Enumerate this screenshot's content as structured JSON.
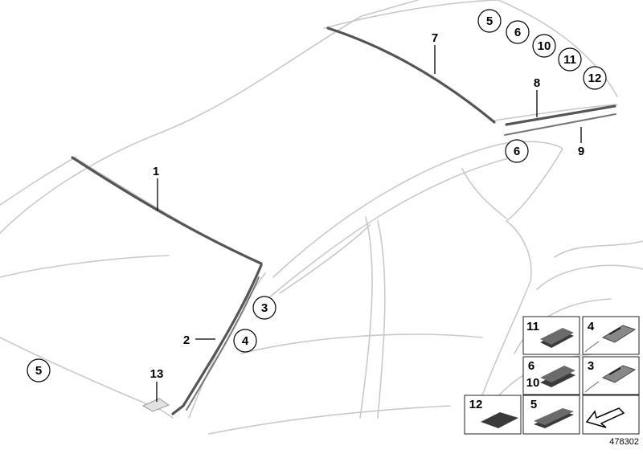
{
  "diagram": {
    "labels": {
      "l1": "1",
      "l2": "2",
      "l3": "3",
      "l4": "4",
      "l5_front": "5",
      "l5_roof": "5",
      "l6_roof": "6",
      "l10_roof": "10",
      "l11_roof": "11",
      "l12_roof": "12",
      "l6_pillar": "6",
      "l7": "7",
      "l8": "8",
      "l9": "9",
      "l13": "13"
    },
    "kit": {
      "k11": "11",
      "k4": "4",
      "k6": "6",
      "k10": "10",
      "k3": "3",
      "k12": "12",
      "k5": "5"
    },
    "diagram_number": "478302"
  },
  "colors": {
    "outline": "#c9c9c9",
    "part": "#555555",
    "ink": "#000000"
  }
}
